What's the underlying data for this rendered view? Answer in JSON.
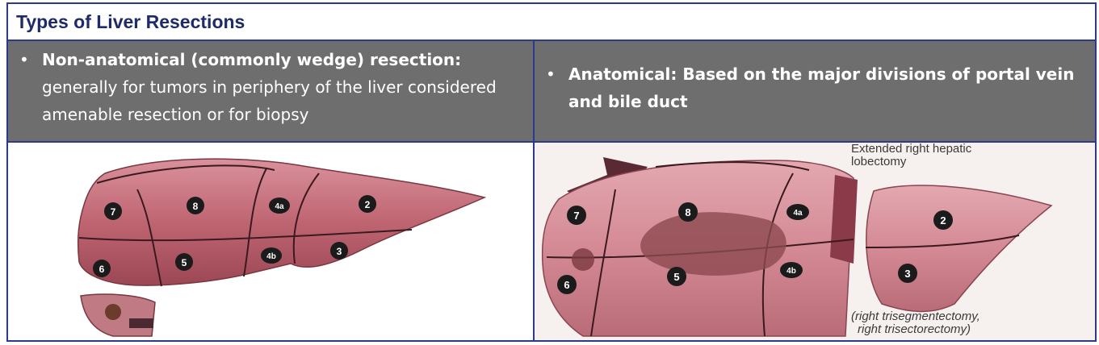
{
  "slide": {
    "title": "Types of Liver Resections"
  },
  "left_column": {
    "bullet": "•",
    "heading": "Non-anatomical (commonly wedge) resection:",
    "body": "generally for tumors in periphery of the liver considered amenable resection or for biopsy"
  },
  "right_column": {
    "bullet": "•",
    "heading": "Anatomical: Based on the major divisions of portal vein and bile duct"
  },
  "left_figure": {
    "segments": [
      "7",
      "8",
      "4a",
      "2",
      "6",
      "5",
      "4b",
      "3"
    ]
  },
  "right_figure": {
    "caption_top_1": "Extended right hepatic",
    "caption_top_2": "lobectomy",
    "caption_bottom_1": "(right trisegmentectomy,",
    "caption_bottom_2": "right trisectorectomy)",
    "segments": [
      "7",
      "8",
      "4a",
      "2",
      "6",
      "5",
      "4b",
      "3"
    ]
  },
  "colors": {
    "border": "#2b3a8c",
    "title": "#1f2a6b",
    "header_bg": "#6e6e6e",
    "liver": "#b9606d",
    "liver_light": "#d48a95"
  }
}
